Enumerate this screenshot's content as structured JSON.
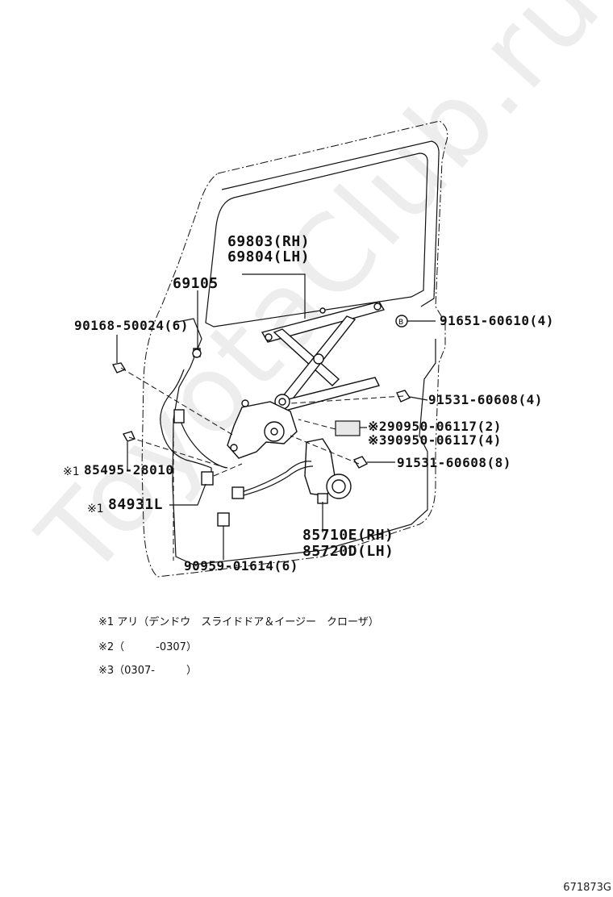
{
  "parts": {
    "p69803": "69803(RH)",
    "p69804": "69804(LH)",
    "p69105": "69105",
    "p90168": "90168-50024(6)",
    "p91651": "91651-60610(4)",
    "p91531a": "91531-60608(4)",
    "p90950_2": "※290950-06117(2)",
    "p90950_3": "※390950-06117(4)",
    "p91531b": "91531-60608(8)",
    "p85495": "85495-28010",
    "p85495_mark": "※1",
    "p84931": "84931L",
    "p84931_mark": "※1",
    "p85710": "85710E(RH)",
    "p85720": "85720D(LH)",
    "p90959": "90959-01614(6)",
    "circle_b": "B"
  },
  "notes": {
    "n1": "※1 アリ（デンドウ　スライドドア＆イージー　クローザ）",
    "n2": "※2（　　　-0307）",
    "n3": "※3（0307-　　　）"
  },
  "watermark": "ToyotaClub.ru",
  "diagram_code": "671873G"
}
